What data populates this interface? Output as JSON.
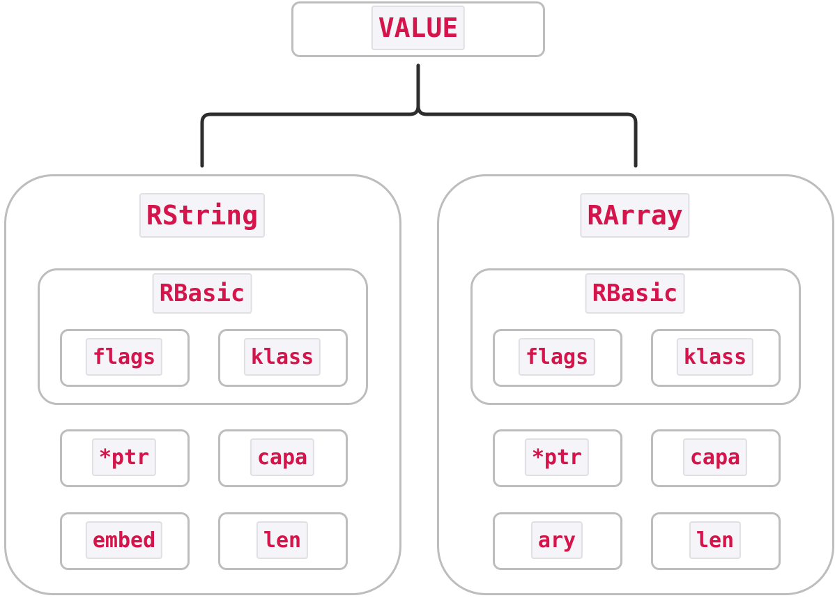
{
  "root": {
    "label": "VALUE"
  },
  "left": {
    "title": "RString",
    "basic": {
      "title": "RBasic",
      "fields": [
        "flags",
        "klass"
      ]
    },
    "fields": [
      "*ptr",
      "capa",
      "embed",
      "len"
    ]
  },
  "right": {
    "title": "RArray",
    "basic": {
      "title": "RBasic",
      "fields": [
        "flags",
        "klass"
      ]
    },
    "fields": [
      "*ptr",
      "capa",
      "ary",
      "len"
    ]
  },
  "colors": {
    "border": "#bdbdbd",
    "connector": "#2d2d2d",
    "code_text": "#d4144a",
    "code_bg": "#f5f4f8"
  }
}
